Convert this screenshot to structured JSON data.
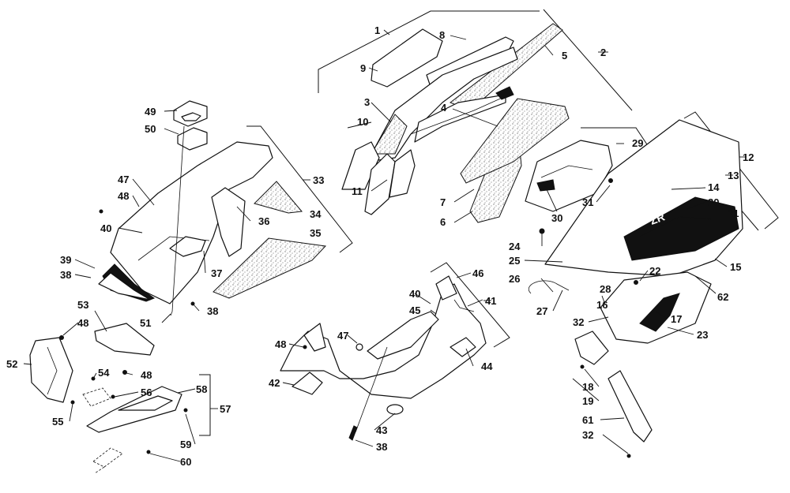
{
  "diagram": {
    "callouts": [
      "1",
      "2",
      "3",
      "4",
      "5",
      "6",
      "7",
      "8",
      "9",
      "10",
      "11",
      "12",
      "13",
      "14",
      "15",
      "16",
      "17",
      "18",
      "19",
      "20",
      "21",
      "22",
      "23",
      "24",
      "25",
      "26",
      "27",
      "28",
      "29",
      "30",
      "31",
      "32",
      "32",
      "33",
      "34",
      "35",
      "36",
      "37",
      "38",
      "38",
      "38",
      "39",
      "40",
      "40",
      "41",
      "42",
      "43",
      "44",
      "45",
      "46",
      "47",
      "47",
      "48",
      "48",
      "48",
      "48",
      "49",
      "50",
      "51",
      "52",
      "53",
      "54",
      "55",
      "56",
      "57",
      "58",
      "59",
      "60",
      "61",
      "62"
    ]
  }
}
